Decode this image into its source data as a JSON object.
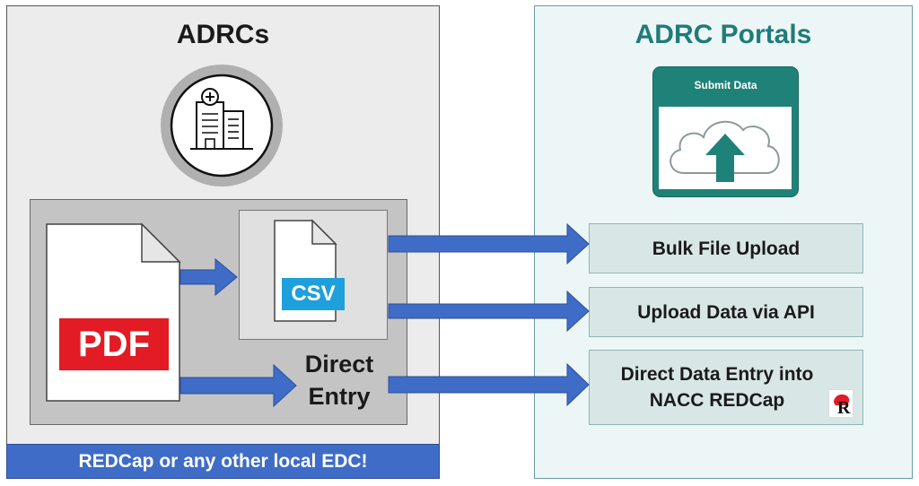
{
  "left_panel": {
    "title": "ADRCs",
    "edc_label": "REDCap or any other local EDC!",
    "pdf_label": "PDF",
    "csv_label": "CSV",
    "direct_entry_line1": "Direct",
    "direct_entry_line2": "Entry"
  },
  "right_panel": {
    "title": "ADRC Portals",
    "submit_widget_title": "Submit Data",
    "targets": [
      {
        "label": "Bulk File Upload"
      },
      {
        "label_line1": "Upload Data via API"
      },
      {
        "label_line1": "Direct Data Entry into",
        "label_line2": "NACC REDCap",
        "logo_letter": "R"
      }
    ]
  },
  "colors": {
    "arrow_blue": "#3f6cc6",
    "teal": "#1f8278",
    "pdf_red": "#e21b24",
    "csv_blue": "#1ea0dc"
  },
  "icons": [
    "hospital-icon",
    "cloud-upload-icon",
    "pdf-file-icon",
    "csv-file-icon",
    "redcap-logo-icon"
  ]
}
